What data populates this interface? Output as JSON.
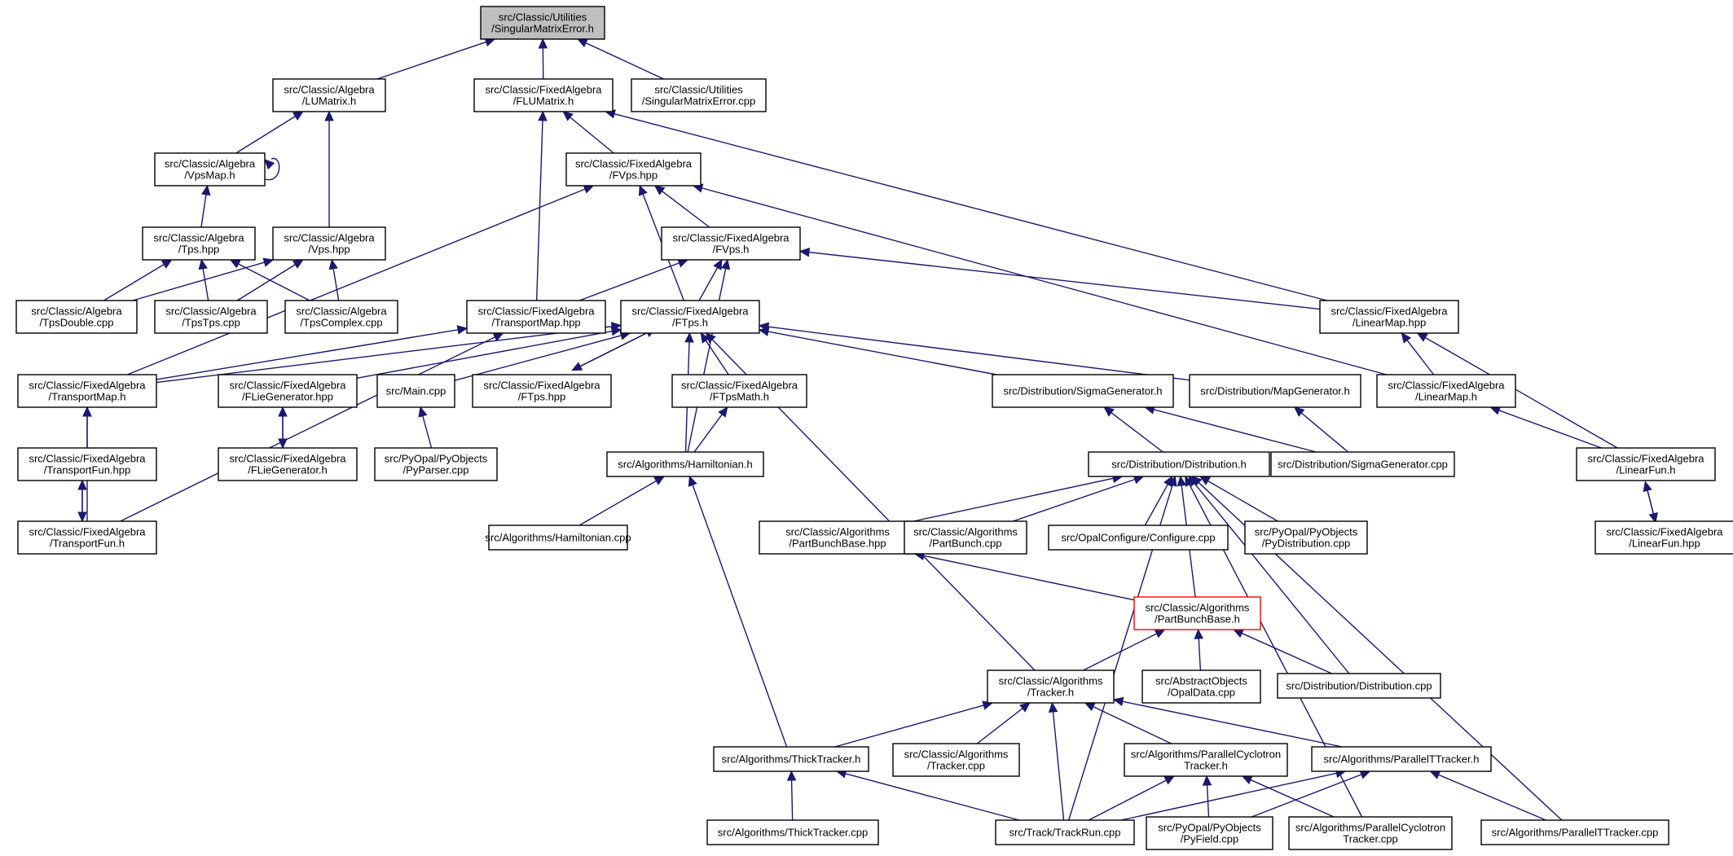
{
  "diagram": {
    "type": "dependency-graph",
    "colors": {
      "edge": "#191970",
      "root_fill": "#bfbfbf",
      "highlight_border": "#ff0000",
      "node_border": "#000000",
      "node_fill": "#ffffff"
    },
    "nodes": [
      {
        "id": "n1",
        "lines": [
          "src/Classic/Utilities",
          "/SingularMatrixError.h"
        ],
        "style": "root"
      },
      {
        "id": "n2",
        "lines": [
          "src/Classic/Algebra",
          "/LUMatrix.h"
        ]
      },
      {
        "id": "n3",
        "lines": [
          "src/Classic/FixedAlgebra",
          "/FLUMatrix.h"
        ]
      },
      {
        "id": "n4",
        "lines": [
          "src/Classic/Utilities",
          "/SingularMatrixError.cpp"
        ]
      },
      {
        "id": "n5",
        "lines": [
          "src/Classic/Algebra",
          "/VpsMap.h"
        ]
      },
      {
        "id": "n6",
        "lines": [
          "src/Classic/FixedAlgebra",
          "/FVps.hpp"
        ]
      },
      {
        "id": "n7",
        "lines": [
          "src/Classic/Algebra",
          "/Tps.hpp"
        ]
      },
      {
        "id": "n8",
        "lines": [
          "src/Classic/Algebra",
          "/Vps.hpp"
        ]
      },
      {
        "id": "n9",
        "lines": [
          "src/Classic/FixedAlgebra",
          "/FVps.h"
        ]
      },
      {
        "id": "n10",
        "lines": [
          "src/Classic/Algebra",
          "/TpsDouble.cpp"
        ]
      },
      {
        "id": "n11",
        "lines": [
          "src/Classic/Algebra",
          "/TpsTps.cpp"
        ]
      },
      {
        "id": "n12",
        "lines": [
          "src/Classic/Algebra",
          "/TpsComplex.cpp"
        ]
      },
      {
        "id": "n13",
        "lines": [
          "src/Classic/FixedAlgebra",
          "/TransportMap.hpp"
        ]
      },
      {
        "id": "n14",
        "lines": [
          "src/Classic/FixedAlgebra",
          "/FTps.h"
        ]
      },
      {
        "id": "n15",
        "lines": [
          "src/Classic/FixedAlgebra",
          "/LinearMap.hpp"
        ]
      },
      {
        "id": "n16",
        "lines": [
          "src/Classic/FixedAlgebra",
          "/TransportMap.h"
        ]
      },
      {
        "id": "n17",
        "lines": [
          "src/Classic/FixedAlgebra",
          "/FLieGenerator.hpp"
        ]
      },
      {
        "id": "n18",
        "lines": [
          "src/Main.cpp"
        ]
      },
      {
        "id": "n19",
        "lines": [
          "src/Classic/FixedAlgebra",
          "/FTps.hpp"
        ]
      },
      {
        "id": "n20",
        "lines": [
          "src/Classic/FixedAlgebra",
          "/FTpsMath.h"
        ]
      },
      {
        "id": "n21",
        "lines": [
          "src/Distribution/SigmaGenerator.h"
        ]
      },
      {
        "id": "n22",
        "lines": [
          "src/Distribution/MapGenerator.h"
        ]
      },
      {
        "id": "n23",
        "lines": [
          "src/Classic/FixedAlgebra",
          "/LinearMap.h"
        ]
      },
      {
        "id": "n24",
        "lines": [
          "src/Classic/FixedAlgebra",
          "/TransportFun.hpp"
        ]
      },
      {
        "id": "n25",
        "lines": [
          "src/Classic/FixedAlgebra",
          "/FLieGenerator.h"
        ]
      },
      {
        "id": "n26",
        "lines": [
          "src/PyOpal/PyObjects",
          "/PyParser.cpp"
        ]
      },
      {
        "id": "n27",
        "lines": [
          "src/Algorithms/Hamiltonian.h"
        ]
      },
      {
        "id": "n28",
        "lines": [
          "src/Distribution/Distribution.h"
        ]
      },
      {
        "id": "n29",
        "lines": [
          "src/Distribution/SigmaGenerator.cpp"
        ]
      },
      {
        "id": "n30",
        "lines": [
          "src/Classic/FixedAlgebra",
          "/LinearFun.h"
        ]
      },
      {
        "id": "n31",
        "lines": [
          "src/Classic/FixedAlgebra",
          "/TransportFun.h"
        ]
      },
      {
        "id": "n32",
        "lines": [
          "src/Algorithms/Hamiltonian.cpp"
        ]
      },
      {
        "id": "n33",
        "lines": [
          "src/Classic/Algorithms",
          "/PartBunchBase.hpp"
        ]
      },
      {
        "id": "n34",
        "lines": [
          "src/Classic/Algorithms",
          "/PartBunch.cpp"
        ]
      },
      {
        "id": "n35",
        "lines": [
          "src/OpalConfigure/Configure.cpp"
        ]
      },
      {
        "id": "n36",
        "lines": [
          "src/PyOpal/PyObjects",
          "/PyDistribution.cpp"
        ]
      },
      {
        "id": "n37",
        "lines": [
          "src/Classic/FixedAlgebra",
          "/LinearFun.hpp"
        ]
      },
      {
        "id": "n38",
        "lines": [
          "src/Classic/Algorithms",
          "/PartBunchBase.h"
        ],
        "style": "highlight"
      },
      {
        "id": "n39",
        "lines": [
          "src/Classic/Algorithms",
          "/Tracker.h"
        ]
      },
      {
        "id": "n40",
        "lines": [
          "src/AbstractObjects",
          "/OpalData.cpp"
        ]
      },
      {
        "id": "n41",
        "lines": [
          "src/Distribution/Distribution.cpp"
        ]
      },
      {
        "id": "n42",
        "lines": [
          "src/Algorithms/ThickTracker.h"
        ]
      },
      {
        "id": "n43",
        "lines": [
          "src/Classic/Algorithms",
          "/Tracker.cpp"
        ]
      },
      {
        "id": "n44",
        "lines": [
          "src/Algorithms/ParallelCyclotron",
          "Tracker.h"
        ]
      },
      {
        "id": "n45",
        "lines": [
          "src/Algorithms/ParallelTTracker.h"
        ]
      },
      {
        "id": "n46",
        "lines": [
          "src/Algorithms/ThickTracker.cpp"
        ]
      },
      {
        "id": "n47",
        "lines": [
          "src/Track/TrackRun.cpp"
        ]
      },
      {
        "id": "n48",
        "lines": [
          "src/PyOpal/PyObjects",
          "/PyField.cpp"
        ]
      },
      {
        "id": "n49",
        "lines": [
          "src/Algorithms/ParallelCyclotron",
          "Tracker.cpp"
        ]
      },
      {
        "id": "n50",
        "lines": [
          "src/Algorithms/ParallelTTracker.cpp"
        ]
      }
    ],
    "edges": [
      {
        "from": "n2",
        "to": "n1"
      },
      {
        "from": "n3",
        "to": "n1"
      },
      {
        "from": "n4",
        "to": "n1"
      },
      {
        "from": "n5",
        "to": "n2"
      },
      {
        "from": "n8",
        "to": "n2"
      },
      {
        "from": "n5",
        "to": "n5"
      },
      {
        "from": "n7",
        "to": "n5"
      },
      {
        "from": "n10",
        "to": "n7"
      },
      {
        "from": "n11",
        "to": "n7"
      },
      {
        "from": "n12",
        "to": "n7"
      },
      {
        "from": "n10",
        "to": "n8"
      },
      {
        "from": "n11",
        "to": "n8"
      },
      {
        "from": "n12",
        "to": "n8"
      },
      {
        "from": "n6",
        "to": "n3"
      },
      {
        "from": "n13",
        "to": "n3"
      },
      {
        "from": "n15",
        "to": "n3"
      },
      {
        "from": "n9",
        "to": "n6"
      },
      {
        "from": "n14",
        "to": "n6"
      },
      {
        "from": "n23",
        "to": "n6"
      },
      {
        "from": "n16",
        "to": "n6"
      },
      {
        "from": "n13",
        "to": "n9"
      },
      {
        "from": "n14",
        "to": "n9"
      },
      {
        "from": "n15",
        "to": "n9"
      },
      {
        "from": "n27",
        "to": "n9"
      },
      {
        "from": "n16",
        "to": "n13"
      },
      {
        "from": "n31",
        "to": "n13"
      },
      {
        "from": "n16",
        "to": "n14"
      },
      {
        "from": "n17",
        "to": "n14"
      },
      {
        "from": "n18",
        "to": "n14"
      },
      {
        "from": "n19",
        "to": "n14"
      },
      {
        "from": "n14",
        "to": "n19"
      },
      {
        "from": "n20",
        "to": "n14"
      },
      {
        "from": "n21",
        "to": "n14"
      },
      {
        "from": "n22",
        "to": "n14"
      },
      {
        "from": "n27",
        "to": "n14"
      },
      {
        "from": "n39",
        "to": "n14"
      },
      {
        "from": "n23",
        "to": "n15"
      },
      {
        "from": "n30",
        "to": "n15"
      },
      {
        "from": "n24",
        "to": "n16"
      },
      {
        "from": "n31",
        "to": "n16"
      },
      {
        "from": "n31",
        "to": "n24"
      },
      {
        "from": "n24",
        "to": "n31"
      },
      {
        "from": "n25",
        "to": "n17"
      },
      {
        "from": "n17",
        "to": "n25"
      },
      {
        "from": "n26",
        "to": "n18"
      },
      {
        "from": "n27",
        "to": "n20"
      },
      {
        "from": "n28",
        "to": "n21"
      },
      {
        "from": "n29",
        "to": "n21"
      },
      {
        "from": "n29",
        "to": "n22"
      },
      {
        "from": "n30",
        "to": "n23"
      },
      {
        "from": "n37",
        "to": "n30"
      },
      {
        "from": "n30",
        "to": "n37"
      },
      {
        "from": "n32",
        "to": "n27"
      },
      {
        "from": "n42",
        "to": "n27"
      },
      {
        "from": "n33",
        "to": "n28"
      },
      {
        "from": "n34",
        "to": "n28"
      },
      {
        "from": "n35",
        "to": "n28"
      },
      {
        "from": "n36",
        "to": "n28"
      },
      {
        "from": "n38",
        "to": "n28"
      },
      {
        "from": "n41",
        "to": "n28"
      },
      {
        "from": "n47",
        "to": "n28"
      },
      {
        "from": "n49",
        "to": "n28"
      },
      {
        "from": "n50",
        "to": "n28"
      },
      {
        "from": "n38",
        "to": "n33"
      },
      {
        "from": "n39",
        "to": "n38"
      },
      {
        "from": "n40",
        "to": "n38"
      },
      {
        "from": "n41",
        "to": "n38"
      },
      {
        "from": "n42",
        "to": "n39"
      },
      {
        "from": "n43",
        "to": "n39"
      },
      {
        "from": "n47",
        "to": "n39"
      },
      {
        "from": "n44",
        "to": "n39"
      },
      {
        "from": "n45",
        "to": "n39"
      },
      {
        "from": "n46",
        "to": "n42"
      },
      {
        "from": "n47",
        "to": "n42"
      },
      {
        "from": "n47",
        "to": "n44"
      },
      {
        "from": "n48",
        "to": "n44"
      },
      {
        "from": "n49",
        "to": "n44"
      },
      {
        "from": "n47",
        "to": "n45"
      },
      {
        "from": "n48",
        "to": "n45"
      },
      {
        "from": "n50",
        "to": "n45"
      }
    ]
  }
}
